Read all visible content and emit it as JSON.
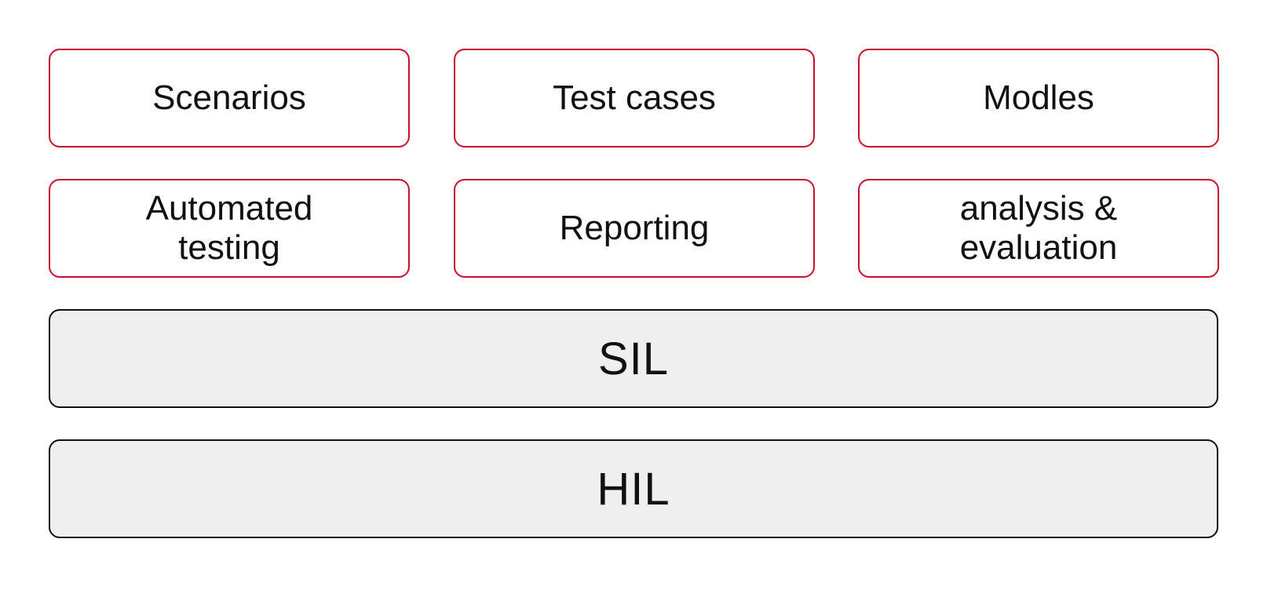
{
  "colors": {
    "module_border": "#c8102e",
    "layer_border": "#111111",
    "layer_fill": "#eeefee",
    "text": "#111111",
    "background": "#ffffff"
  },
  "modules": [
    {
      "label": "Scenarios"
    },
    {
      "label": "Test cases"
    },
    {
      "label": "Modles"
    },
    {
      "label": "Automated\ntesting"
    },
    {
      "label": "Reporting"
    },
    {
      "label": "analysis &\nevaluation"
    }
  ],
  "layers": [
    {
      "label": "SIL"
    },
    {
      "label": "HIL"
    }
  ]
}
